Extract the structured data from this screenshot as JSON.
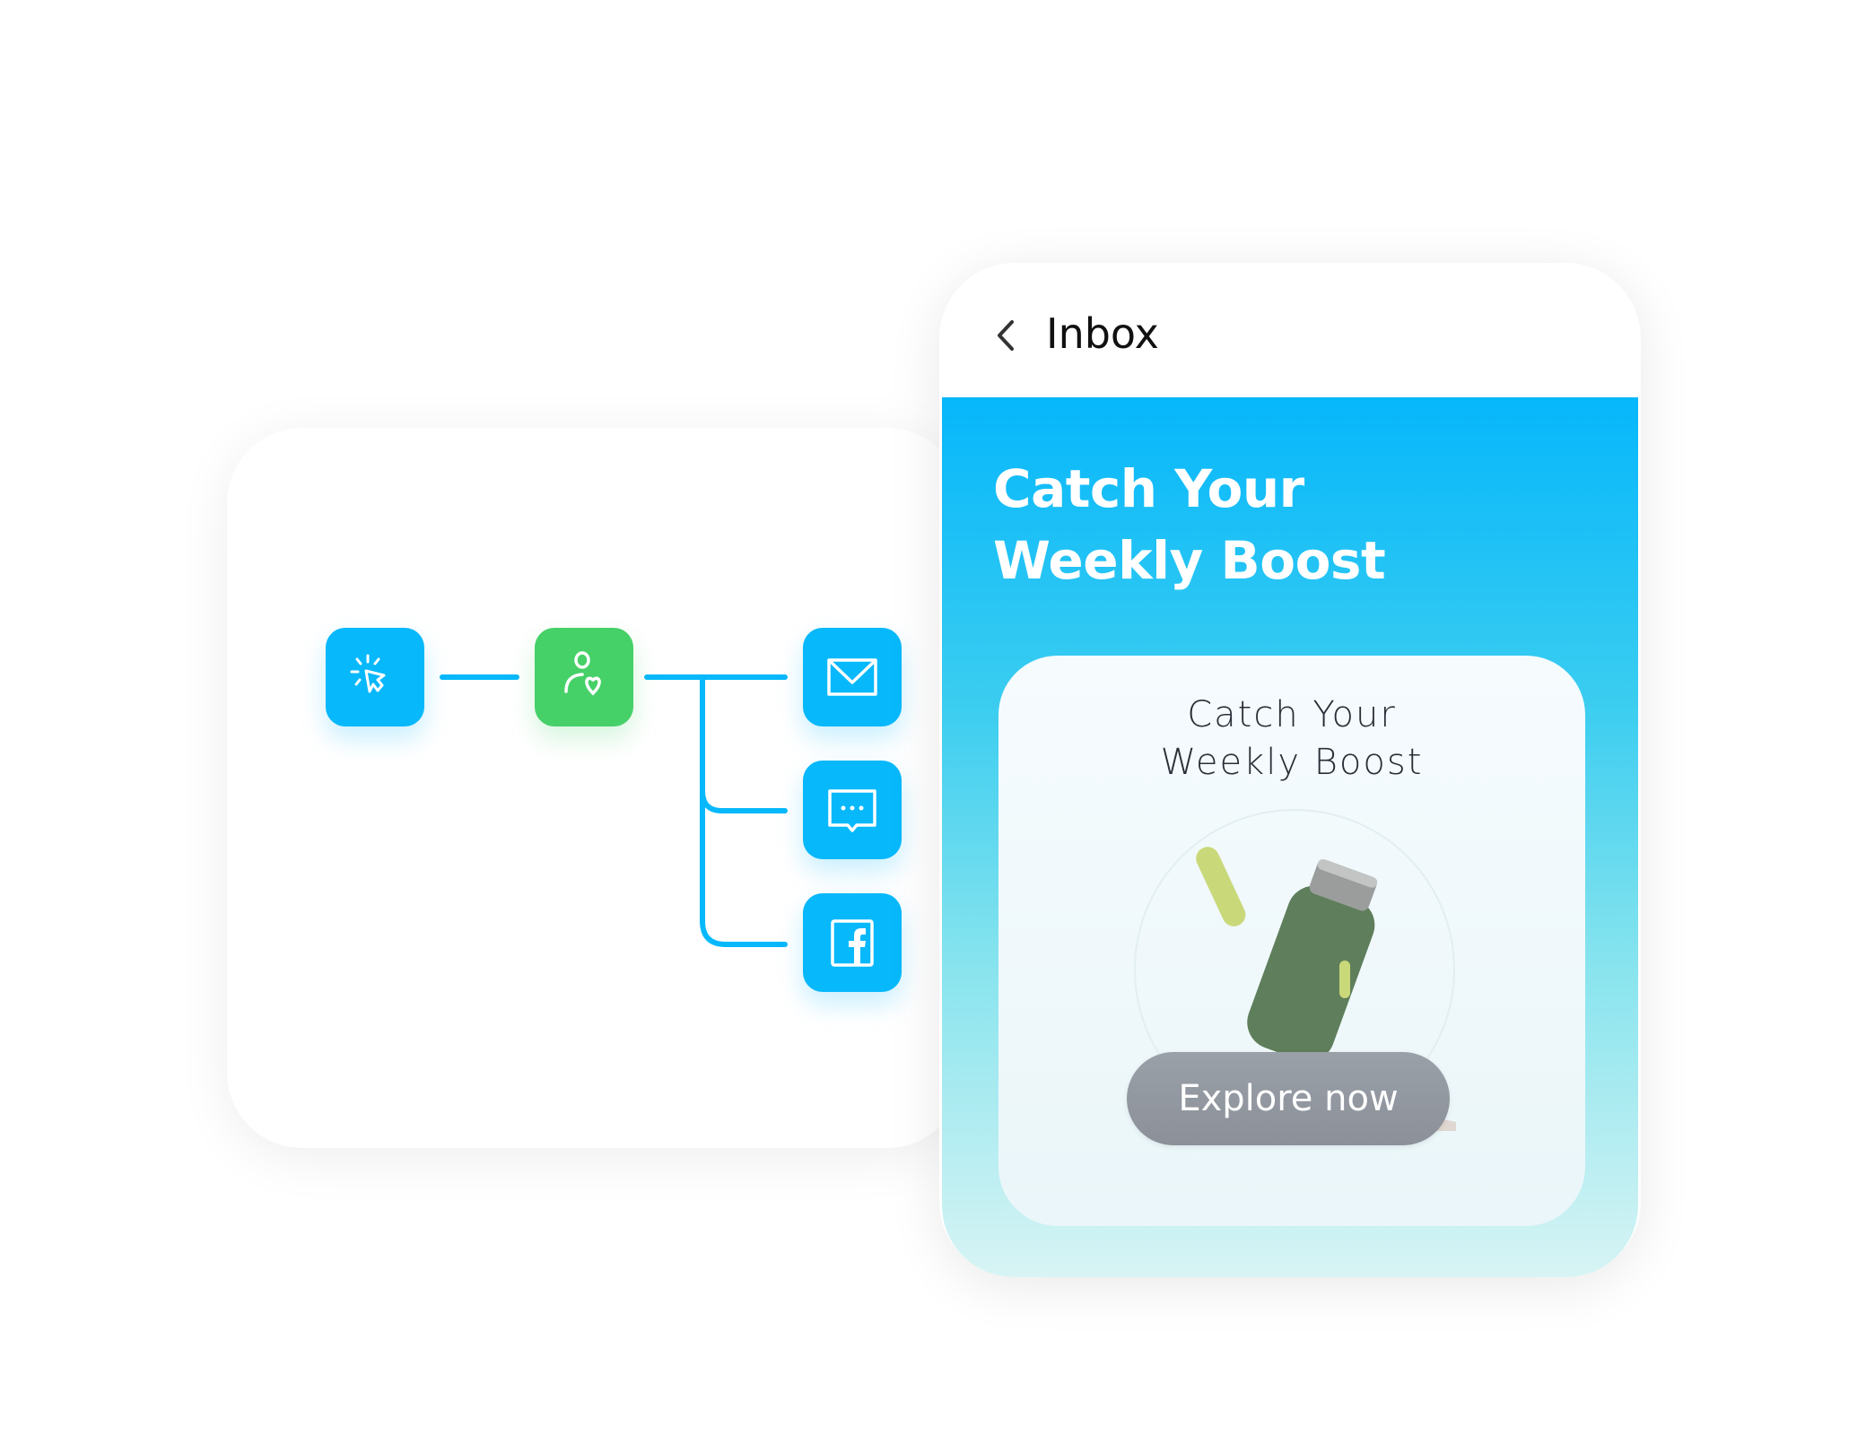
{
  "flow": {
    "nodes": [
      {
        "icon": "click-cursor-icon",
        "color": "#07b8fb"
      },
      {
        "icon": "user-heart-icon",
        "color": "#46d068"
      },
      {
        "icon": "mail-icon",
        "color": "#07b8fb"
      },
      {
        "icon": "chat-bubble-icon",
        "color": "#07b8fb"
      },
      {
        "icon": "facebook-icon",
        "color": "#07b8fb"
      }
    ]
  },
  "inbox": {
    "title": "Inbox",
    "back_icon": "chevron-left-icon",
    "headline_line1": "Catch Your",
    "headline_line2": "Weekly Boost",
    "card": {
      "title_line1": "Catch Your",
      "title_line2": "Weekly Boost",
      "cta_label": "Explore now"
    }
  }
}
